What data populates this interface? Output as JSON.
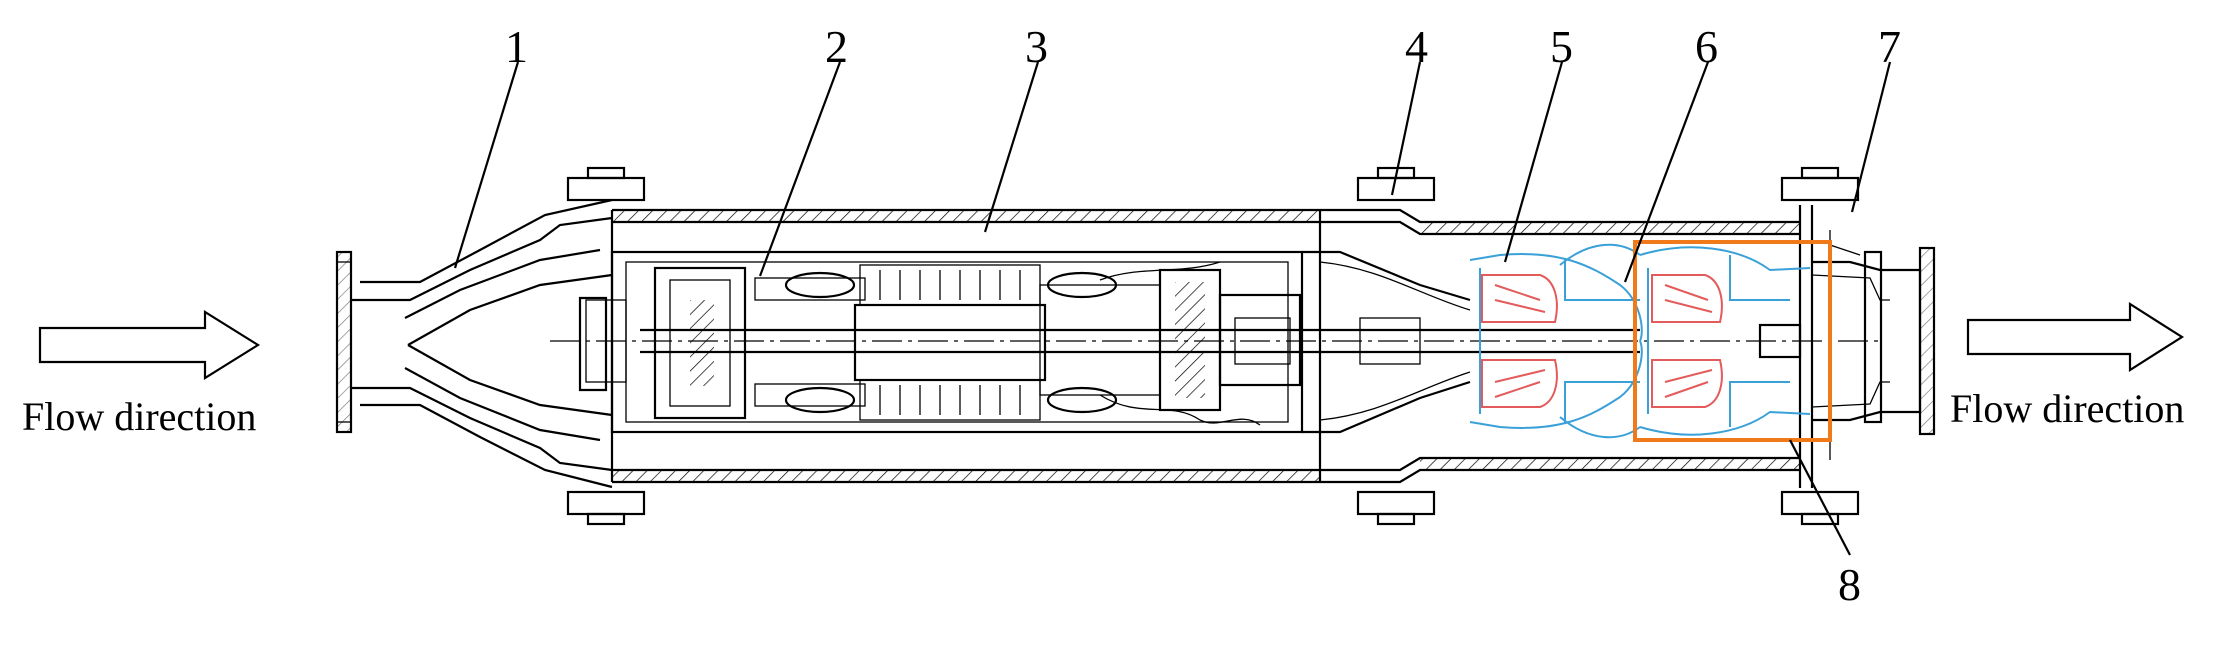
{
  "labels": {
    "flow_left": "Flow direction",
    "flow_right": "Flow direction",
    "n1": "1",
    "n2": "2",
    "n3": "3",
    "n4": "4",
    "n5": "5",
    "n6": "6",
    "n7": "7",
    "n8": "8"
  },
  "colors": {
    "line": "#000000",
    "stage_outline": "#3aa0d8",
    "impeller": "#e35b5b",
    "highlight_box": "#f07a1a"
  }
}
